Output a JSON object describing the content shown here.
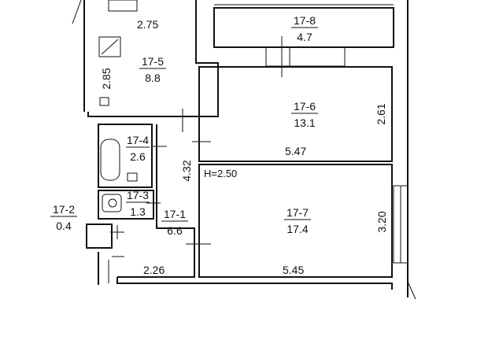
{
  "rooms": [
    {
      "id": "17-5",
      "area": "8.8"
    },
    {
      "id": "17-8",
      "area": "4.7"
    },
    {
      "id": "17-6",
      "area": "13.1"
    },
    {
      "id": "17-4",
      "area": "2.6"
    },
    {
      "id": "17-3",
      "area": "1.3"
    },
    {
      "id": "17-2",
      "area": "0.4"
    },
    {
      "id": "17-1",
      "area": "6.6"
    },
    {
      "id": "17-7",
      "area": "17.4"
    }
  ],
  "dimensions": {
    "kitchen_width": "2.75",
    "kitchen_height": "2.85",
    "room6_height": "2.61",
    "room6_width": "5.47",
    "hall_length": "4.32",
    "room7_height": "3.20",
    "room7_width": "5.45",
    "hall_width": "2.26"
  },
  "ceiling_height": "H=2.50"
}
